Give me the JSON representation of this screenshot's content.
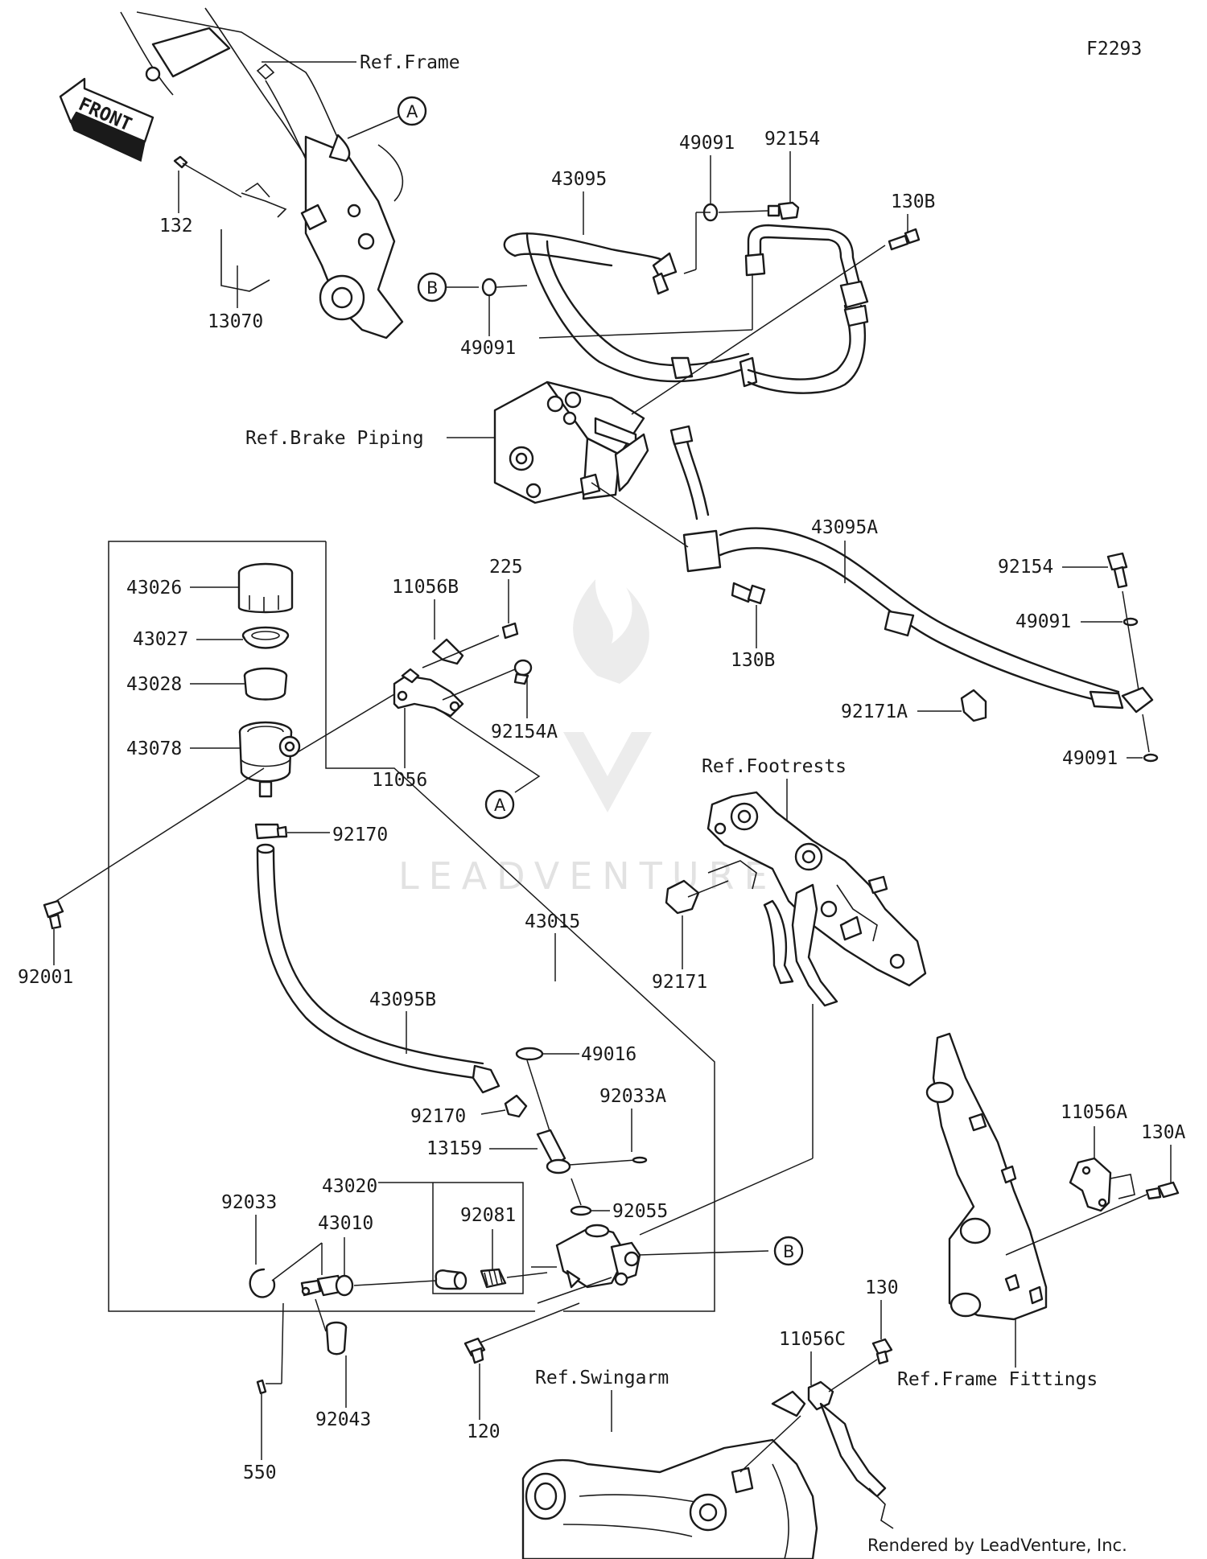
{
  "diagram_id": "F2293",
  "credit": "Rendered by LeadVenture, Inc.",
  "watermark": "LEADVENTURE",
  "direction_marker": "FRONT",
  "reference_labels": {
    "frame": "Ref.Frame",
    "brake_piping": "Ref.Brake Piping",
    "footrests": "Ref.Footrests",
    "swingarm": "Ref.Swingarm",
    "frame_fittings": "Ref.Frame Fittings"
  },
  "callouts": {
    "a_top": "A",
    "a_mid": "A",
    "b_left": "B",
    "b_right": "B"
  },
  "parts": {
    "p132": "132",
    "p13070": "13070",
    "p43095": "43095",
    "p49091_top": "49091",
    "p92154_top": "92154",
    "p130B_top": "130B",
    "p49091_left": "49091",
    "p43095A": "43095A",
    "p92154_right": "92154",
    "p49091_right1": "49091",
    "p49091_right2": "49091",
    "p130B_bottom": "130B",
    "p92171A": "92171A",
    "p43026": "43026",
    "p43027": "43027",
    "p43028": "43028",
    "p43078": "43078",
    "p11056B": "11056B",
    "p225": "225",
    "p92154A": "92154A",
    "p11056": "11056",
    "p92170_top": "92170",
    "p92001": "92001",
    "p43015": "43015",
    "p92171": "92171",
    "p43095B": "43095B",
    "p49016": "49016",
    "p92170_low": "92170",
    "p92033A": "92033A",
    "p13159": "13159",
    "p43020": "43020",
    "p92033": "92033",
    "p43010": "43010",
    "p92081": "92081",
    "p92055": "92055",
    "p92043": "92043",
    "p550": "550",
    "p120": "120",
    "p130": "130",
    "p11056C": "11056C",
    "p11056A": "11056A",
    "p130A": "130A"
  }
}
